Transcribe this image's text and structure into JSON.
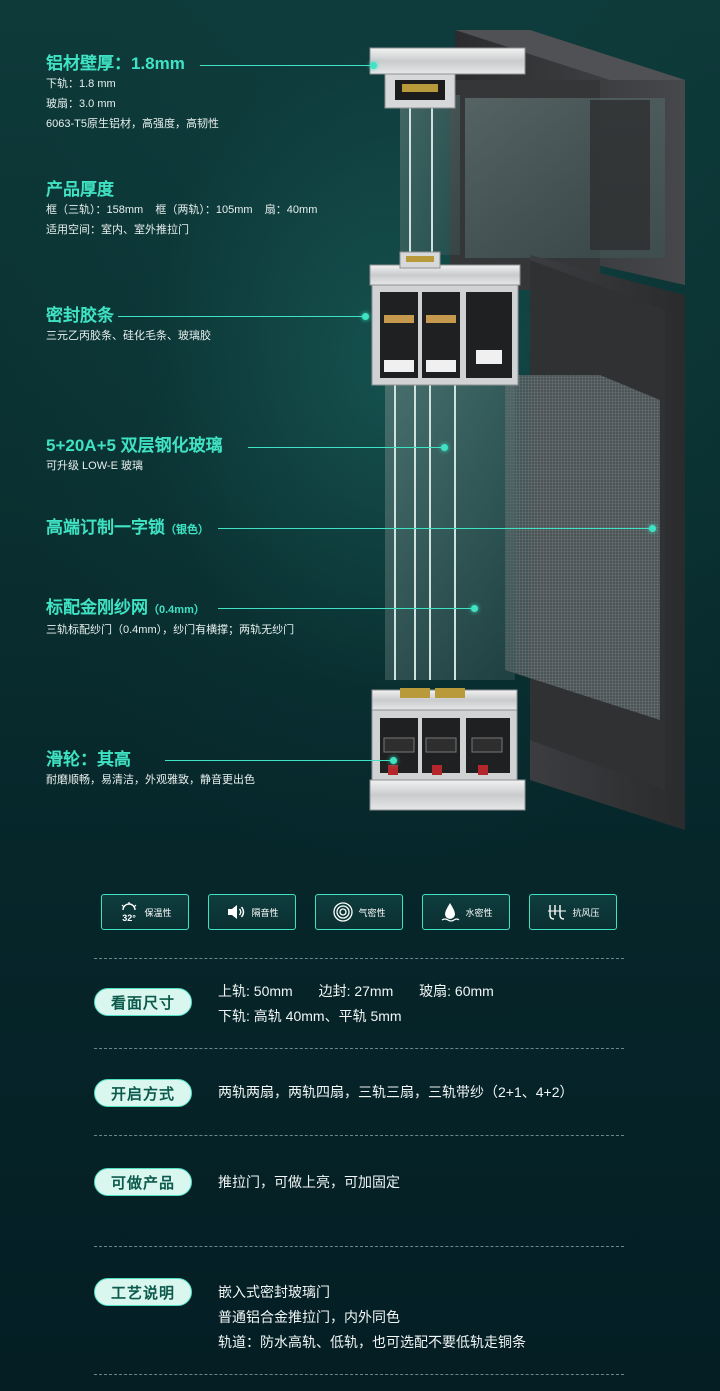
{
  "features": [
    {
      "title": "铝材壁厚：1.8mm",
      "title_small": "",
      "lines": [
        "下轨：1.8 mm",
        "玻扇：3.0 mm",
        "6063-T5原生铝材，高强度，高韧性"
      ]
    },
    {
      "title": "产品厚度",
      "title_small": "",
      "lines": [
        "框（三轨）：158mm    框（两轨）：105mm    扇：40mm",
        "适用空间：室内、室外推拉门"
      ]
    },
    {
      "title": "密封胶条",
      "title_small": "",
      "lines": [
        "三元乙丙胶条、硅化毛条、玻璃胶"
      ]
    },
    {
      "title": "5+20A+5 双层钢化玻璃",
      "title_small": "",
      "lines": [
        "可升级 LOW-E 玻璃"
      ]
    },
    {
      "title": "高端订制一字锁",
      "title_small": "（银色）",
      "lines": []
    },
    {
      "title": "标配金刚纱网",
      "title_small": "（0.4mm）",
      "lines": [
        "三轨标配纱门（0.4mm），纱门有横撑；两轨无纱门"
      ]
    },
    {
      "title": "滑轮：其高",
      "title_small": "",
      "lines": [
        "耐磨顺畅，易清洁，外观雅致，静音更出色"
      ]
    }
  ],
  "badges": [
    {
      "label": "保温性",
      "icon": "thermometer-sun-icon",
      "icon_text": "32°"
    },
    {
      "label": "隔音性",
      "icon": "speaker-icon",
      "icon_text": ""
    },
    {
      "label": "气密性",
      "icon": "airtight-rings-icon",
      "icon_text": ""
    },
    {
      "label": "水密性",
      "icon": "water-drop-icon",
      "icon_text": ""
    },
    {
      "label": "抗风压",
      "icon": "wind-pressure-icon",
      "icon_text": ""
    }
  ],
  "specs": [
    {
      "label": "看面尺寸",
      "lines": [
        [
          "上轨: 50mm",
          "边封: 27mm",
          "玻扇: 60mm"
        ],
        [
          "下轨: 高轨 40mm、平轨 5mm"
        ]
      ]
    },
    {
      "label": "开启方式",
      "lines": [
        [
          "两轨两扇，两轨四扇，三轨三扇，三轨带纱（2+1、4+2）"
        ]
      ]
    },
    {
      "label": "可做产品",
      "lines": [
        [
          "推拉门，可做上亮，可加固定"
        ]
      ]
    },
    {
      "label": "工艺说明",
      "lines": [
        [
          "嵌入式密封玻璃门"
        ],
        [
          "普通铝合金推拉门，内外同色"
        ],
        [
          "轨道：防水高轨、低轨，也可选配不要低轨走铜条"
        ]
      ]
    }
  ],
  "colors": {
    "accent": "#3fe3c3",
    "background": "#0a2f30",
    "pill_bg": "#d9f6ef",
    "pill_text": "#0c5a4b",
    "frame": "#3a3b3d"
  }
}
